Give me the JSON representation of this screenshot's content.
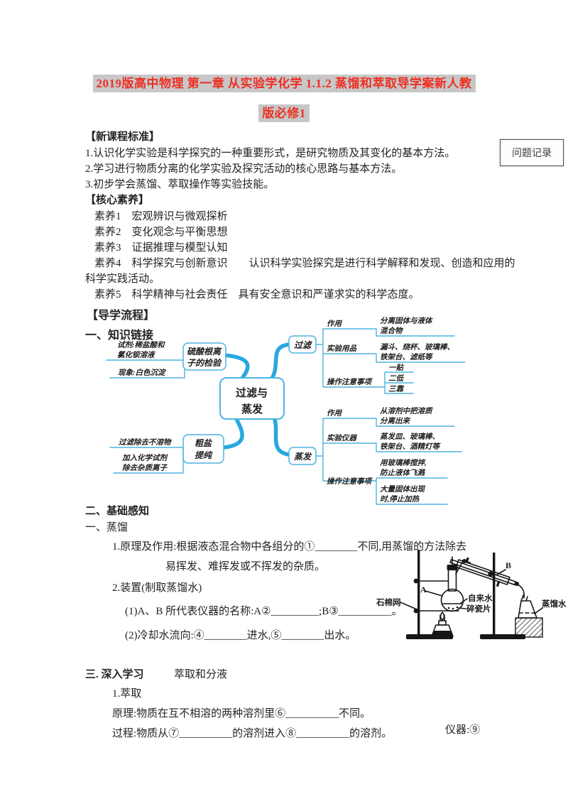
{
  "colors": {
    "accent_blue": "#29a7df",
    "title_red": "#ee2f23",
    "highlight_gray": "#c7c7c7"
  },
  "title": {
    "line1": "2019版高中物理 第一章 从实验学化学 1.1.2 蒸馏和萃取导学案新人教",
    "line2": "版必修1"
  },
  "problem_record": "问题记录",
  "curriculum": {
    "heading": "【新课程标准】",
    "items": [
      "1.认识化学实验是科学探究的一种重要形式，是研究物质及其变化的基本方法。",
      "2.学习进行物质分离的化学实验及探究活动的核心思路与基本方法。",
      "3.初步学会蒸馏、萃取操作等实验技能。"
    ]
  },
  "core_literacy": {
    "heading": "【核心素养】",
    "lines": [
      "素养1　宏观辨识与微观探析",
      "素养2　变化观念与平衡思想",
      "素养3　证据推理与模型认知",
      "素养4　科学探究与创新意识　　认识科学实验探究是进行科学解释和发现、创造和应用的",
      "科学实践活动。",
      "素养5　科学精神与社会责任　具有安全意识和严谨求实的科学态度。"
    ]
  },
  "guide_flow_heading": "【导学流程】",
  "knowledge_link_heading": "一、知识链接",
  "mindmap": {
    "center": [
      "过滤与",
      "蒸发"
    ],
    "sulfate_node": [
      "硫酸根离",
      "子的检验"
    ],
    "reagent": [
      "试剂:稀盐酸和",
      "氯化钡溶液"
    ],
    "phenomenon": "现象:白色沉淀",
    "filter_node": "过滤",
    "evaporate_node": "蒸发",
    "salt_node": [
      "粗盐",
      "提纯"
    ],
    "remove_insoluble": "过滤除去不溶物",
    "remove_ions": [
      "加入化学试剂",
      "除去杂质离子"
    ],
    "filter_branch": {
      "role_label": "作用",
      "role_value": [
        "分离固体与液体",
        "混合物"
      ],
      "supplies_label": "实验用品",
      "supplies_value": [
        "漏斗、烧杯、玻璃棒、",
        "铁架台、滤纸等"
      ],
      "notes_label": "操作注意事项",
      "notes_values": [
        "一贴",
        "二低",
        "三靠"
      ]
    },
    "evap_branch": {
      "role_label": "作用",
      "role_value": [
        "从溶剂中把溶质",
        "分离出来"
      ],
      "instruments_label": "实验仪器",
      "instruments_value": [
        "蒸发皿、玻璃棒、",
        "铁架台、酒精灯等"
      ],
      "notes_label": "操作注意事项",
      "note1": [
        "用玻璃棒搅拌,",
        "防止液体飞溅"
      ],
      "note2": [
        "大量固体出现",
        "时,停止加热"
      ]
    }
  },
  "basic": {
    "heading": "二、基础感知",
    "sub": "一、蒸馏",
    "line1": "1.原理及作用:根据液态混合物中各组分的①________不同,用蒸馏的方法除去",
    "line2": "易挥发、难挥发或不挥发的杂质。",
    "line3": "2.装置(制取蒸馏水)",
    "line4": "(1)A、B 所代表仪器的名称:A②_________;B③__________。",
    "line5": "(2)冷却水流向:④________进水,⑤________出水。"
  },
  "apparatus": {
    "label_a": "A",
    "label_b": "B",
    "asbestos": "石棉网",
    "tap_water": "自来水",
    "porcelain": "碎瓷片",
    "distilled_water": "蒸馏水"
  },
  "deep": {
    "heading": "三. 深入学习",
    "topic": "萃取和分液",
    "sub": "1.萃取",
    "principle": "原理:物质在互不相溶的两种溶剂里⑥__________不同。",
    "process": "过程:物质从⑦__________的溶剂进入⑧__________的溶剂。",
    "instrument": "仪器:⑨"
  }
}
